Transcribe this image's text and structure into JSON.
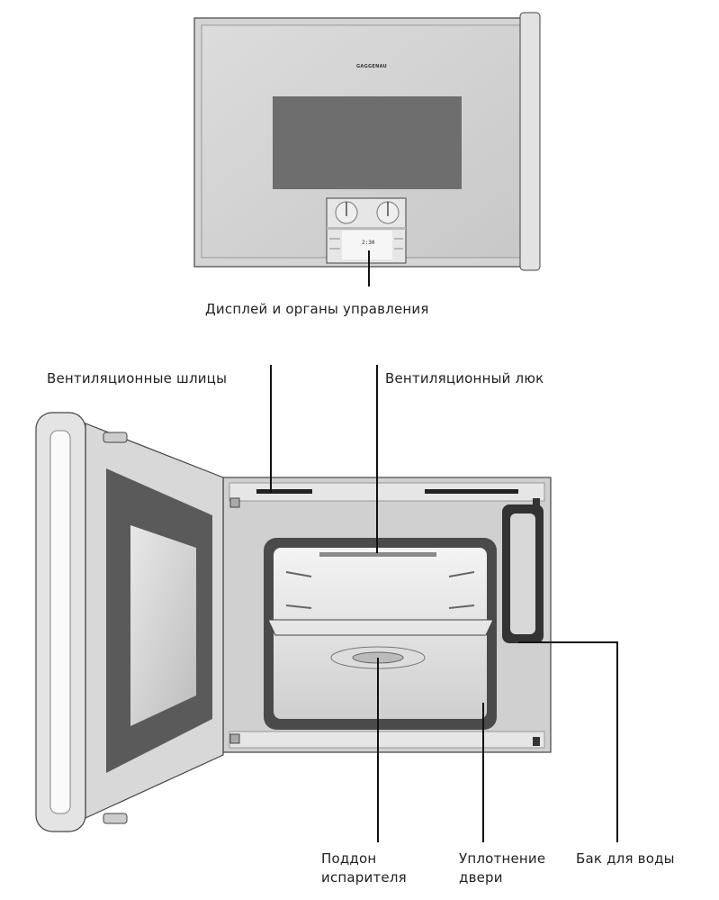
{
  "brand_logo": "GAGGENAU",
  "display_readout": "2:30",
  "labels": {
    "display_controls": "Дисплей и органы управления",
    "vent_slots": "Вентиляционные шлицы",
    "vent_hatch": "Вентиляционный люк",
    "evaporator_tray_line1": "Поддон",
    "evaporator_tray_line2": "испарителя",
    "door_seal_line1": "Уплотнение",
    "door_seal_line2": "двери",
    "water_tank": "Бак для воды"
  }
}
